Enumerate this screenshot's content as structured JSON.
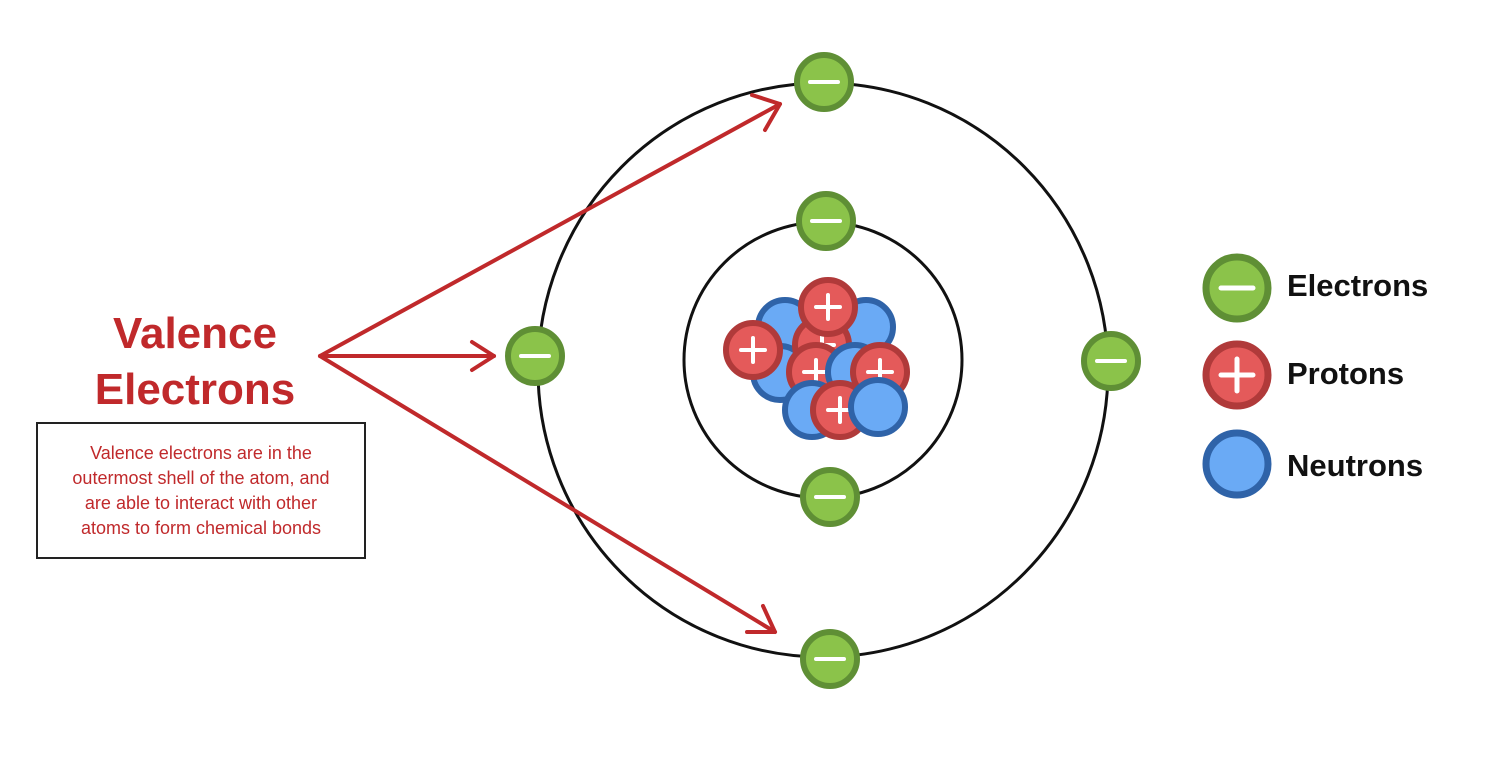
{
  "title": {
    "line1": "Valence",
    "line2": "Electrons"
  },
  "note": {
    "lines": [
      "Valence electrons are in the",
      "outermost shell of the atom, and",
      "are able to interact with other",
      "atoms to form chemical bonds"
    ]
  },
  "legend": {
    "electrons": "Electrons",
    "protons": "Protons",
    "neutrons": "Neutrons"
  },
  "colors": {
    "electron_fill": "#8bc34a",
    "electron_stroke": "#5f8f35",
    "proton_fill": "#e45a5a",
    "proton_stroke": "#b03a3a",
    "neutron_fill": "#6aaaf5",
    "neutron_stroke": "#2f63a8",
    "arrow": "#c0292b",
    "orbit": "#111111",
    "text_accent": "#c0292b"
  },
  "counts": {
    "inner_shell_electrons": 2,
    "outer_shell_electrons": 4
  }
}
